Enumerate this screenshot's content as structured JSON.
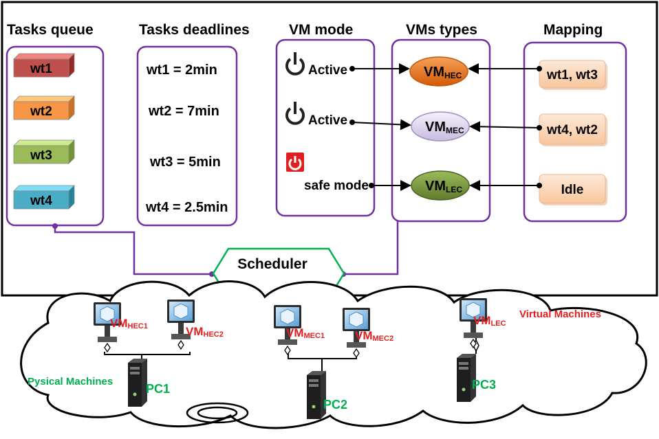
{
  "headers": {
    "queue": "Tasks queue",
    "deadlines": "Tasks deadlines",
    "vm_mode": "VM mode",
    "vm_types": "VMs types",
    "mapping": "Mapping"
  },
  "queue": [
    {
      "label": "wt1",
      "color": "#c0504d"
    },
    {
      "label": "wt2",
      "color": "#f79646"
    },
    {
      "label": "wt3",
      "color": "#9bbb59"
    },
    {
      "label": "wt4",
      "color": "#4bacc6"
    }
  ],
  "deadlines": [
    "wt1 = 2min",
    "wt2 = 7min",
    "wt3 =  5min",
    "wt4 = 2.5min"
  ],
  "modes": [
    {
      "label": "Active",
      "icon": "power-icon"
    },
    {
      "label": "Active",
      "icon": "power-icon"
    },
    {
      "label": "safe mode",
      "icon": "power-red-icon"
    }
  ],
  "vm_types": [
    {
      "main": "VM",
      "sub": "HEC",
      "color": "#e36c0a"
    },
    {
      "main": "VM",
      "sub": "MEC",
      "color": "#ddd5ec"
    },
    {
      "main": "VM",
      "sub": "LEC",
      "color": "#77933c"
    }
  ],
  "mapping": [
    "wt1, wt3",
    "wt4, wt2",
    "Idle"
  ],
  "scheduler": "Scheduler",
  "cloud": {
    "virtual_machines_label": "Virtual Machines",
    "physical_machines_label": "Pysical Machines",
    "vms": [
      {
        "main": "VM",
        "sub": "HEC1"
      },
      {
        "main": "VM",
        "sub": "HEC2"
      },
      {
        "main": "VM",
        "sub": "MEC1"
      },
      {
        "main": "VM",
        "sub": "MEC2"
      },
      {
        "main": "VM",
        "sub": "LEC"
      }
    ],
    "pcs": [
      "PC1",
      "PC2",
      "PC3"
    ]
  },
  "colors": {
    "purple": "#7030a0",
    "green": "#00b050",
    "red": "#e02020",
    "scheduler_border": "#00b050"
  }
}
